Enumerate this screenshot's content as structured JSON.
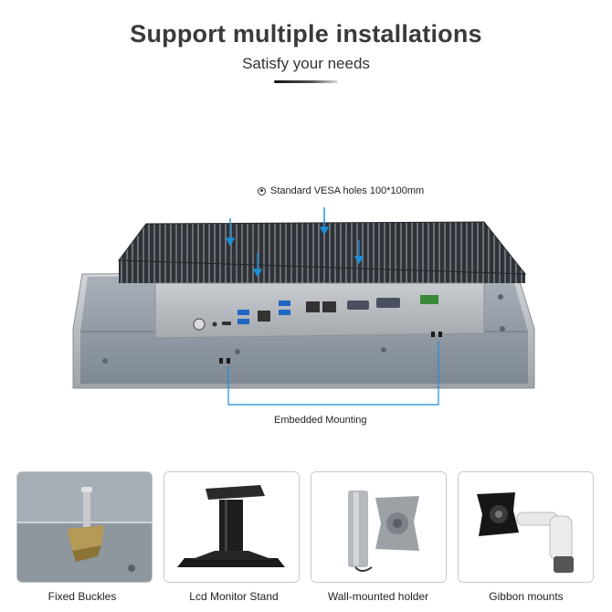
{
  "header": {
    "title": "Support multiple installations",
    "subtitle": "Satisfy your needs"
  },
  "annotations": {
    "vesa": "Standard VESA holes 100*100mm",
    "embedded": "Embedded Mounting"
  },
  "mounts": [
    {
      "label": "Fixed Buckles"
    },
    {
      "label": "Lcd Monitor Stand"
    },
    {
      "label": "Wall-mounted holder"
    },
    {
      "label": "Gibbon mounts"
    }
  ],
  "colors": {
    "accent": "#1a8fd8",
    "title": "#3a3a3a",
    "chassis": "#8f99a4",
    "heatsink": "#3a3d42"
  }
}
